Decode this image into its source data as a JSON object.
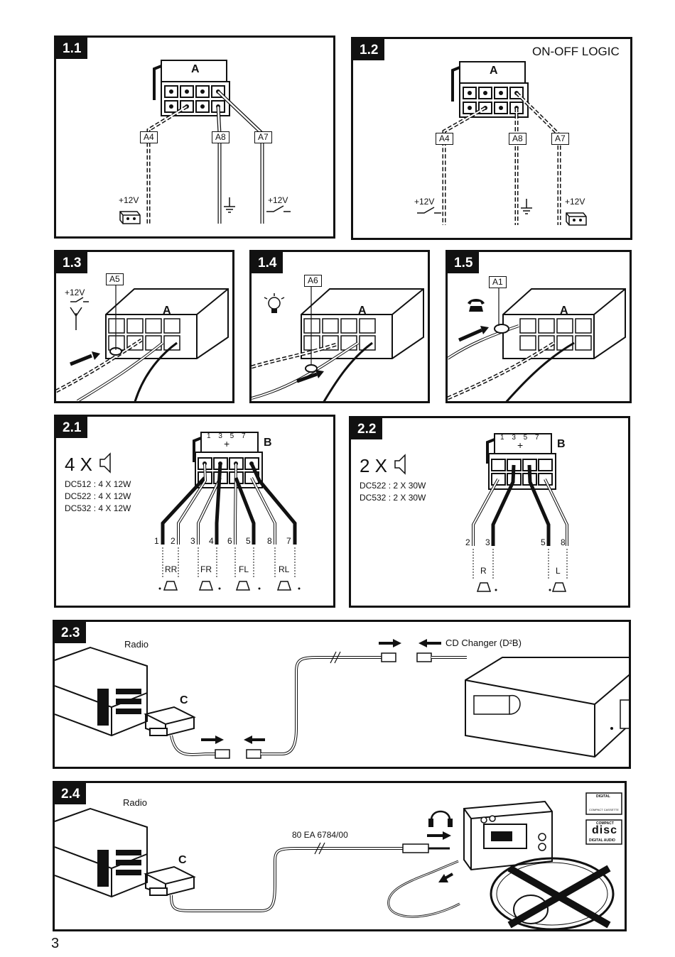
{
  "panels": {
    "p11": {
      "tag": "1.1",
      "conn": "A",
      "wires": [
        "A4",
        "A8",
        "A7"
      ],
      "v1": "+12V",
      "v2": "+12V"
    },
    "p12": {
      "tag": "1.2",
      "title": "ON-OFF LOGIC",
      "conn": "A",
      "wires": [
        "A4",
        "A8",
        "A7"
      ],
      "v1": "+12V",
      "v2": "+12V"
    },
    "p13": {
      "tag": "1.3",
      "conn": "A",
      "wire": "A5",
      "v": "+12V"
    },
    "p14": {
      "tag": "1.4",
      "conn": "A",
      "wire": "A6"
    },
    "p15": {
      "tag": "1.5",
      "conn": "A",
      "wire": "A1"
    },
    "p21": {
      "tag": "2.1",
      "conn": "B",
      "pins": "1 3 5 7",
      "plus": "+",
      "count": "4 X",
      "models": [
        "DC512 : 4 X 12W",
        "DC522 : 4 X 12W",
        "DC532 : 4 X 12W"
      ],
      "nums": [
        "1",
        "2",
        "3",
        "4",
        "6",
        "5",
        "8",
        "7"
      ],
      "spk": [
        "RR",
        "FR",
        "FL",
        "RL"
      ]
    },
    "p22": {
      "tag": "2.2",
      "conn": "B",
      "pins": "1 3 5 7",
      "plus": "+",
      "count": "2 X",
      "models": [
        "DC522 : 2 X 30W",
        "DC532 : 2 X 30W"
      ],
      "nums": [
        "2",
        "3",
        "5",
        "8"
      ],
      "spk": [
        "R",
        "L"
      ]
    },
    "p23": {
      "tag": "2.3",
      "radio": "Radio",
      "conn": "C",
      "changer": "CD Changer (D²B)"
    },
    "p24": {
      "tag": "2.4",
      "radio": "Radio",
      "conn": "C",
      "cable": "80 EA 6784/00",
      "logo1": [
        "DIGITAL",
        "COMPACT CASSETTE"
      ],
      "logo2": [
        "COMPACT",
        "disc",
        "DIGITAL AUDIO"
      ]
    }
  },
  "page_number": "3"
}
